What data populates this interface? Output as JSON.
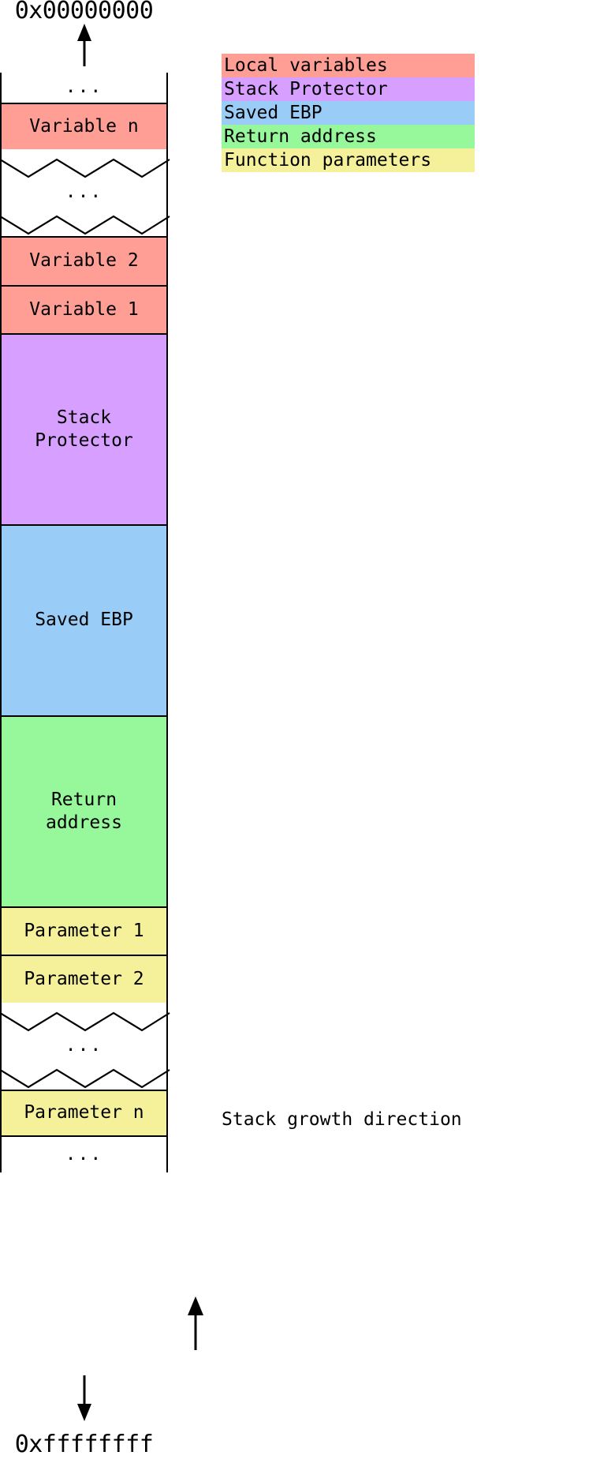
{
  "diagram": {
    "title_top_address": "0x00000000",
    "bottom_address": "0xffffffff",
    "growth_label": "Stack growth direction",
    "ellipsis": "...",
    "colors": {
      "local_variables": "#ff9e95",
      "stack_protector": "#d79fff",
      "saved_ebp": "#99cdf7",
      "return_address": "#97f79b",
      "function_parameters": "#f5f09a",
      "empty": "#ffffff",
      "outline": "#000000"
    }
  },
  "stack_cells": [
    {
      "label": "...",
      "color_key": "empty",
      "kind": "ellipsis"
    },
    {
      "label": "Variable n",
      "color_key": "local_variables",
      "kind": "box"
    },
    {
      "label": "",
      "color_key": "empty",
      "kind": "zigzag"
    },
    {
      "label": "...",
      "color_key": "empty",
      "kind": "ellipsis"
    },
    {
      "label": "",
      "color_key": "empty",
      "kind": "zigzag"
    },
    {
      "label": "Variable 2",
      "color_key": "local_variables",
      "kind": "box"
    },
    {
      "label": "Variable 1",
      "color_key": "local_variables",
      "kind": "box"
    },
    {
      "label": "Stack\nProtector",
      "color_key": "stack_protector",
      "kind": "box"
    },
    {
      "label": "Saved EBP",
      "color_key": "saved_ebp",
      "kind": "box"
    },
    {
      "label": "Return\naddress",
      "color_key": "return_address",
      "kind": "box"
    },
    {
      "label": "Parameter 1",
      "color_key": "function_parameters",
      "kind": "box"
    },
    {
      "label": "Parameter 2",
      "color_key": "function_parameters",
      "kind": "box"
    },
    {
      "label": "",
      "color_key": "empty",
      "kind": "zigzag"
    },
    {
      "label": "...",
      "color_key": "empty",
      "kind": "ellipsis"
    },
    {
      "label": "",
      "color_key": "empty",
      "kind": "zigzag"
    },
    {
      "label": "Parameter n",
      "color_key": "function_parameters",
      "kind": "box"
    },
    {
      "label": "...",
      "color_key": "empty",
      "kind": "ellipsis"
    }
  ],
  "legend": {
    "items": [
      {
        "label": "Local variables",
        "color": "#ff9e95"
      },
      {
        "label": "Stack Protector",
        "color": "#d79fff"
      },
      {
        "label": "Saved EBP",
        "color": "#99cdf7"
      },
      {
        "label": "Return address",
        "color": "#97f79b"
      },
      {
        "label": "Function parameters",
        "color": "#f5f09a"
      }
    ]
  }
}
